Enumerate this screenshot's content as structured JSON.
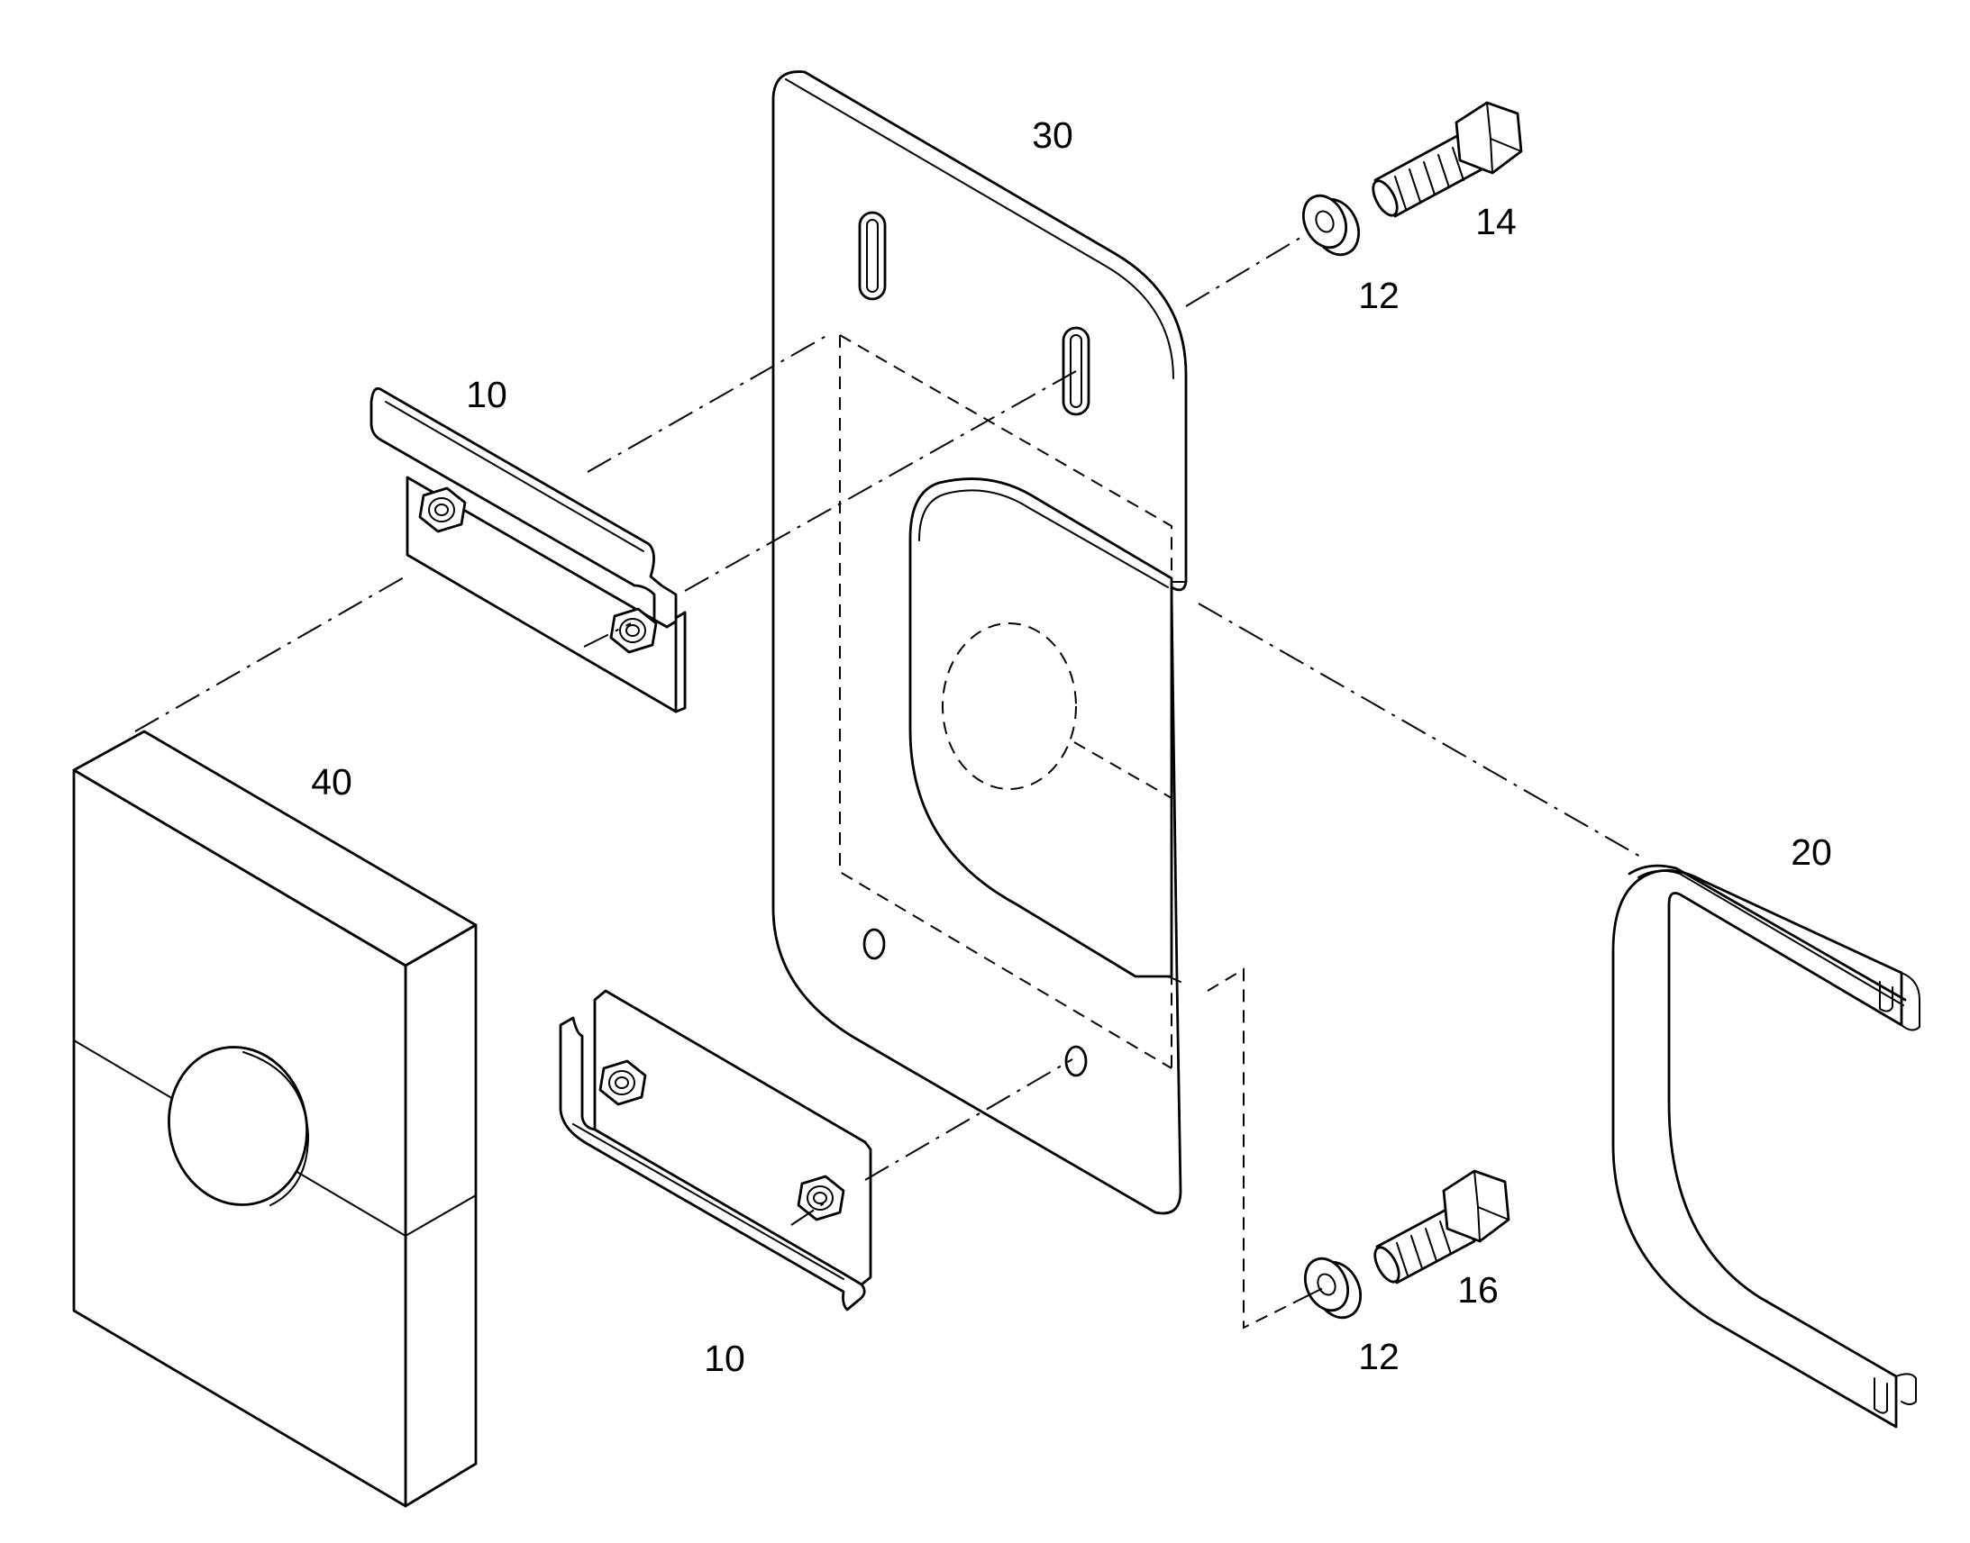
{
  "figure": {
    "kind": "exploded-assembly-drawing",
    "line_color": "#000000",
    "background_color": "#ffffff"
  },
  "callouts": {
    "clamp_top": "10",
    "clamp_bottom": "10",
    "washer_top": "12",
    "washer_bottom": "12",
    "bolt_top": "14",
    "bolt_bottom": "16",
    "u_bolt": "20",
    "mounting_plate": "30",
    "grommet_block": "40"
  }
}
